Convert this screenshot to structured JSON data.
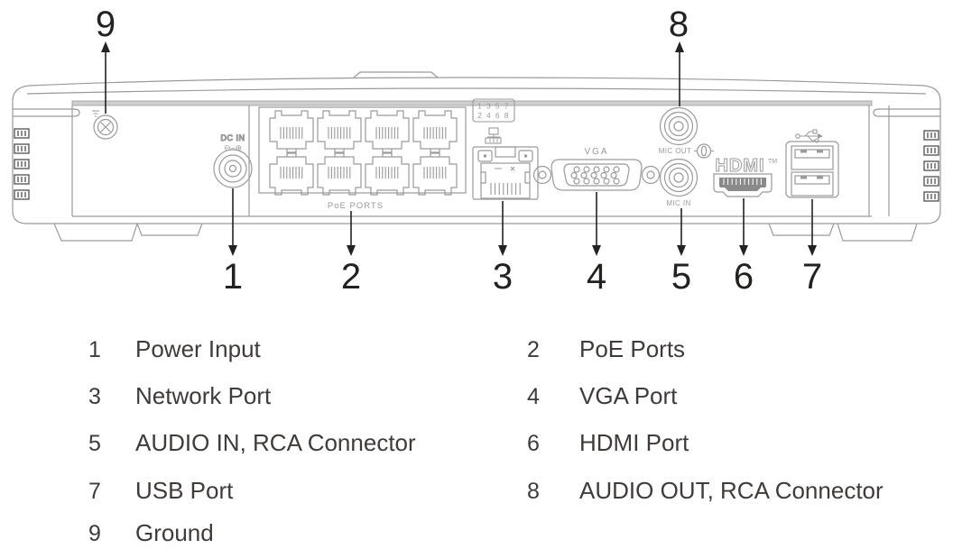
{
  "diagram": {
    "panel_labels": {
      "dc_in": "DC IN",
      "dc_polarity": "⊖–⊕",
      "poe_ports": "PoE PORTS",
      "poe_numbering_row1": "1 3 5 7",
      "poe_numbering_row2": "2 4 6 8",
      "vga": "VGA",
      "mic_out": "MIC OUT",
      "mic_in": "MIC IN",
      "hdmi_logo": "HDMI",
      "hdmi_tm": "TM"
    },
    "callouts": [
      "1",
      "2",
      "3",
      "4",
      "5",
      "6",
      "7",
      "8",
      "9"
    ]
  },
  "legend": {
    "left": [
      {
        "num": "1",
        "label": "Power Input"
      },
      {
        "num": "3",
        "label": "Network Port"
      },
      {
        "num": "5",
        "label": "AUDIO IN, RCA Connector"
      },
      {
        "num": "7",
        "label": "USB Port"
      },
      {
        "num": "9",
        "label": "Ground"
      }
    ],
    "right": [
      {
        "num": "2",
        "label": "PoE Ports"
      },
      {
        "num": "4",
        "label": "VGA Port"
      },
      {
        "num": "6",
        "label": "HDMI Port"
      },
      {
        "num": "8",
        "label": "AUDIO OUT, RCA Connector"
      }
    ]
  },
  "colors": {
    "line_art": "#9a9a9a",
    "callout_ink": "#242220",
    "legend_text": "#3f3b39",
    "background": "#ffffff"
  }
}
